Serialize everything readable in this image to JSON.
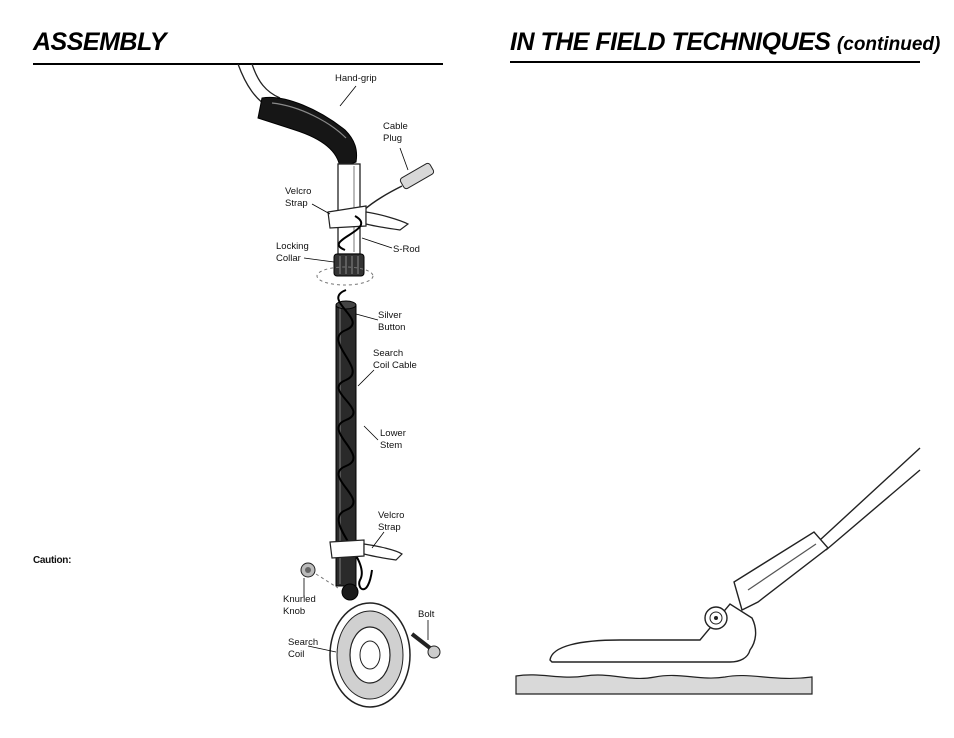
{
  "left_page": {
    "title": "ASSEMBLY",
    "caution": "Caution:"
  },
  "right_page": {
    "title": "IN THE FIELD TECHNIQUES",
    "title_suffix": "(continued)"
  },
  "diagram_labels": {
    "hand_grip": "Hand-grip",
    "cable_plug_1": "Cable",
    "cable_plug_2": "Plug",
    "velcro_strap_top_1": "Velcro",
    "velcro_strap_top_2": "Strap",
    "locking_collar_1": "Locking",
    "locking_collar_2": "Collar",
    "s_rod": "S-Rod",
    "silver_button_1": "Silver",
    "silver_button_2": "Button",
    "search_coil_cable_1": "Search",
    "search_coil_cable_2": "Coil Cable",
    "lower_stem_1": "Lower",
    "lower_stem_2": "Stem",
    "velcro_strap_bottom_1": "Velcro",
    "velcro_strap_bottom_2": "Strap",
    "knurled_knob_1": "Knurled",
    "knurled_knob_2": "Knob",
    "bolt": "Bolt",
    "search_coil_1": "Search",
    "search_coil_2": "Coil"
  }
}
